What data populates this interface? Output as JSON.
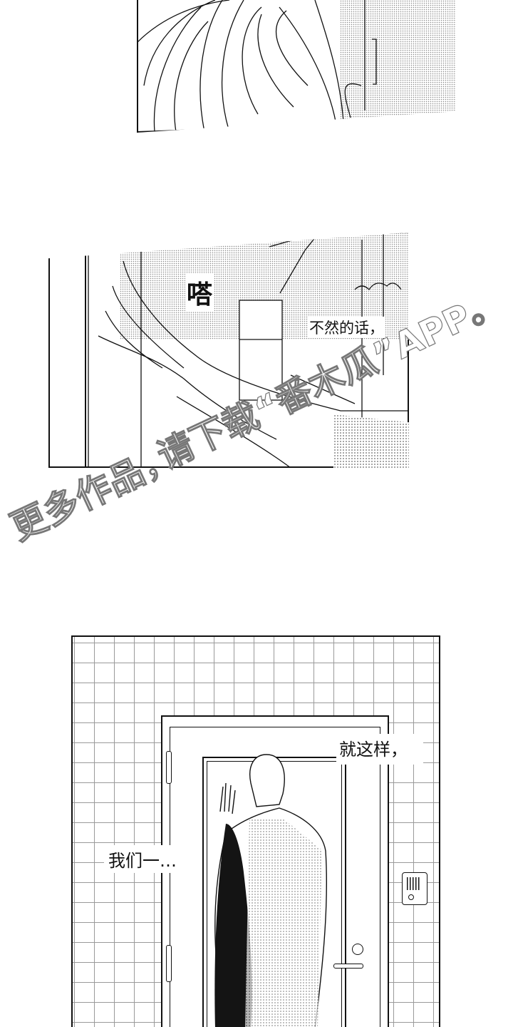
{
  "page": {
    "type": "manga-page",
    "background": "#ffffff",
    "ink": "#111111"
  },
  "panels": [
    {
      "id": "panel-1",
      "description": "close-up of the back of a character's head and hair, halftone wall with door handle",
      "dialogue": []
    },
    {
      "id": "panel-2",
      "description": "hand pressed against a sliding door, hallway with window and trees in background",
      "sfx": "嗒",
      "dialogue": [
        "不然的话，"
      ]
    },
    {
      "id": "panel-3",
      "description": "character standing at an apartment door with a tiled wall, holding a dark bag, intercom on the wall",
      "dialogue": [
        "就这样，",
        "我们一…"
      ]
    }
  ],
  "watermark": {
    "line1": "更多作品，",
    "line2": "请下载“番木瓜”APP。"
  }
}
